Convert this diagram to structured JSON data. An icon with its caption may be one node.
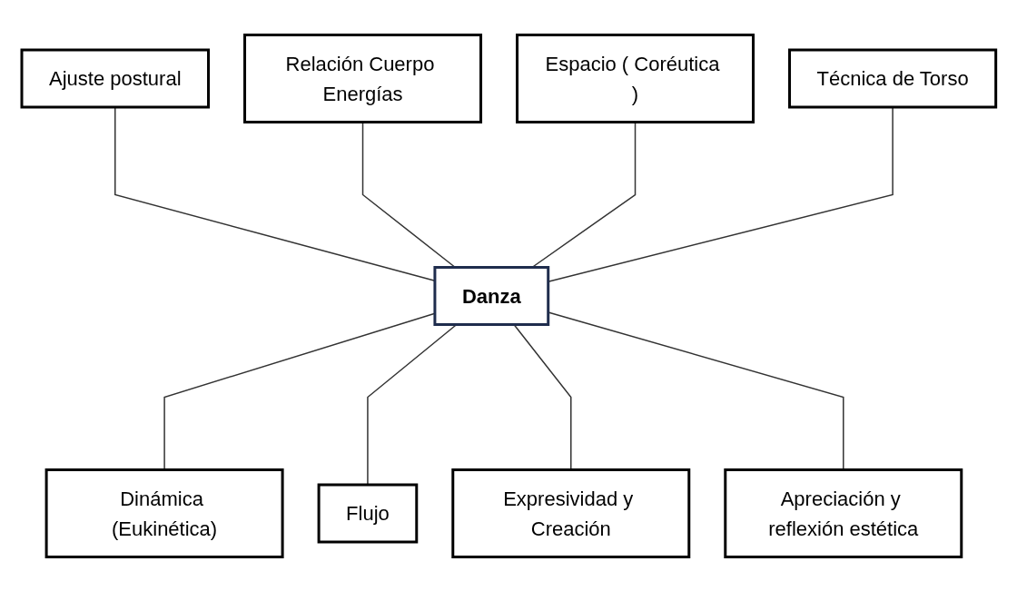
{
  "diagram": {
    "nodes": [
      {
        "text": [
          "Ajuste postural"
        ]
      },
      {
        "text": [
          "Relación Cuerpo Energías"
        ]
      },
      {
        "text": [
          "Espacio ( Coréutica )"
        ]
      },
      {
        "text": [
          "Técnica de Torso"
        ]
      },
      {
        "text": [
          "Danza"
        ]
      },
      {
        "text": [
          "Dinámica (Eukinética)"
        ]
      },
      {
        "text": [
          "Flujo"
        ]
      },
      {
        "text": [
          "Expresividad y Creación"
        ]
      },
      {
        "text": [
          "Apreciación y reflexión estética"
        ]
      }
    ],
    "edges": [
      {
        "from": 0,
        "to": 4,
        "arrow": "none"
      },
      {
        "from": 1,
        "to": 4,
        "arrow": "none"
      },
      {
        "from": 2,
        "to": 4,
        "arrow": "none"
      },
      {
        "from": 3,
        "to": 4,
        "arrow": "none"
      },
      {
        "from": 4,
        "to": 5,
        "arrow": "none"
      },
      {
        "from": 4,
        "to": 6,
        "arrow": "none"
      },
      {
        "from": 4,
        "to": 7,
        "arrow": "none"
      },
      {
        "from": 4,
        "to": 8,
        "arrow": "none"
      }
    ]
  }
}
